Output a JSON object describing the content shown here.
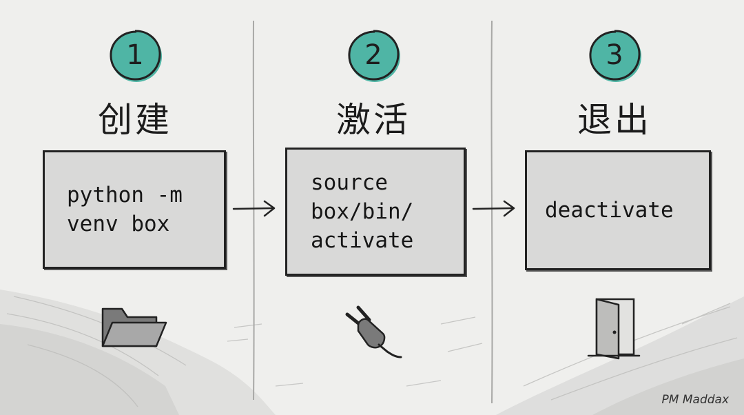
{
  "steps": [
    {
      "number": "1",
      "title": "创建",
      "command": "python -m\nvenv box",
      "icon": "folder-icon"
    },
    {
      "number": "2",
      "title": "激活",
      "command": "source\nbox/bin/\nactivate",
      "icon": "plug-icon"
    },
    {
      "number": "3",
      "title": "退出",
      "command": "deactivate",
      "icon": "door-icon"
    }
  ],
  "signature": "PM Maddax",
  "colors": {
    "accent": "#4fb5a5",
    "background": "#efefed",
    "box_fill": "#d9d9d8",
    "ink": "#222222"
  }
}
